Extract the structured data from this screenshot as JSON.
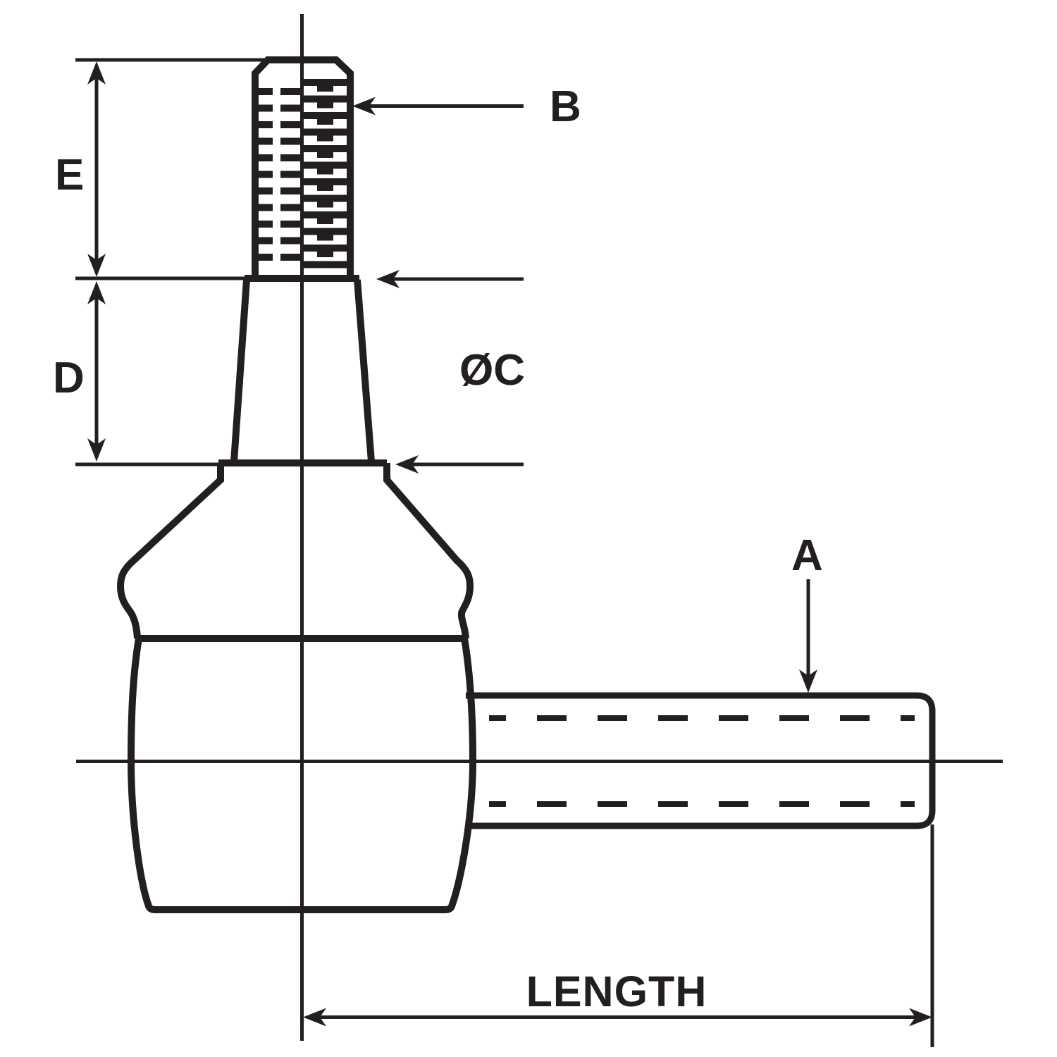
{
  "diagram": {
    "type": "technical-drawing",
    "subject": "tie-rod-end-ball-joint",
    "labels": {
      "thread_callout": "B",
      "thread_length_dim": "E",
      "taper_length_dim": "D",
      "taper_diameter_callout": "ØC",
      "shaft_callout": "A",
      "overall_length_dim": "LENGTH"
    },
    "colors": {
      "ink": "#231F20",
      "background": "#FFFFFF"
    }
  }
}
